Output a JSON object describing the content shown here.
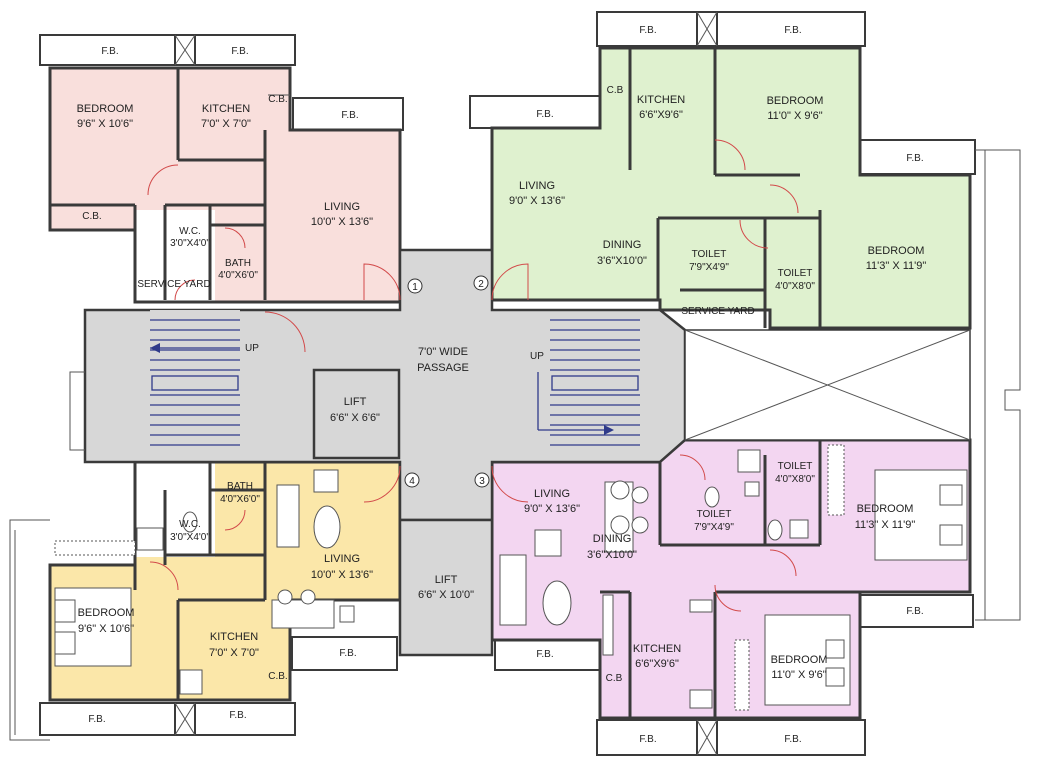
{
  "labels": {
    "fb": "F.B.",
    "cb": "C.B.",
    "cb_short": "C.B",
    "tl_bedroom": "BEDROOM",
    "tl_bedroom_dim": "9'6\" X 10'6\"",
    "tl_kitchen": "KITCHEN",
    "tl_kitchen_dim": "7'0\" X 7'0\"",
    "tl_living": "LIVING",
    "tl_living_dim": "10'0\" X 13'6\"",
    "tl_wc": "W.C.",
    "tl_wc_dim": "3'0\"X4'0\"",
    "tl_bath": "BATH",
    "tl_bath_dim": "4'0\"X6'0\"",
    "service_yard_upper": "SERVICE YARD",
    "tr_kitchen": "KITCHEN",
    "tr_kitchen_dim": "6'6\"X9'6\"",
    "tr_bedroom1": "BEDROOM",
    "tr_bedroom1_dim": "11'0\" X 9'6\"",
    "tr_living": "LIVING",
    "tr_living_dim": "9'0\" X 13'6\"",
    "tr_dining": "DINING",
    "tr_dining_dim": "3'6\"X10'0\"",
    "tr_toilet1": "TOILET",
    "tr_toilet1_dim": "7'9\"X4'9\"",
    "tr_toilet2": "TOILET",
    "tr_toilet2_dim": "4'0\"X8'0\"",
    "tr_bedroom2": "BEDROOM",
    "tr_bedroom2_dim": "11'3\" X 11'9\"",
    "service_yard_right": "SERVICE YARD",
    "up": "UP",
    "passage": "7'0\"  WIDE",
    "passage2": "PASSAGE",
    "lift1": "LIFT",
    "lift1_dim": "6'6\" X 6'6\"",
    "lift2": "LIFT",
    "lift2_dim": "6'6\" X 10'0\"",
    "bl_bath": "BATH",
    "bl_bath_dim": "4'0\"X6'0\"",
    "bl_wc": "W.C.",
    "bl_wc_dim": "3'0\"X4'0\"",
    "bl_living": "LIVING",
    "bl_living_dim": "10'0\" X 13'6\"",
    "bl_bedroom": "BEDROOM",
    "bl_bedroom_dim": "9'6\" X 10'6\"",
    "bl_kitchen": "KITCHEN",
    "bl_kitchen_dim": "7'0\" X 7'0\"",
    "br_living": "LIVING",
    "br_living_dim": "9'0\" X 13'6\"",
    "br_dining": "DINING",
    "br_dining_dim": "3'6\"X10'0\"",
    "br_toilet1": "TOILET",
    "br_toilet1_dim": "7'9\"X4'9\"",
    "br_toilet2": "TOILET",
    "br_toilet2_dim": "4'0\"X8'0\"",
    "br_bedroom1": "BEDROOM",
    "br_bedroom1_dim": "11'3\" X 11'9\"",
    "br_kitchen": "KITCHEN",
    "br_kitchen_dim": "6'6\"X9'6\"",
    "br_bedroom2": "BEDROOM",
    "br_bedroom2_dim": "11'0\" X 9'6\"",
    "n1": "1",
    "n2": "2",
    "n3": "3",
    "n4": "4"
  },
  "colors": {
    "top_left_flat": "#f9dfdc",
    "top_right_flat": "#dff1cf",
    "bottom_left_flat": "#fbe7a9",
    "bottom_right_flat": "#f3d6f1",
    "common_area": "#d7d7d7",
    "door_swing": "#d24a4a",
    "stair": "#2f3a8a"
  }
}
